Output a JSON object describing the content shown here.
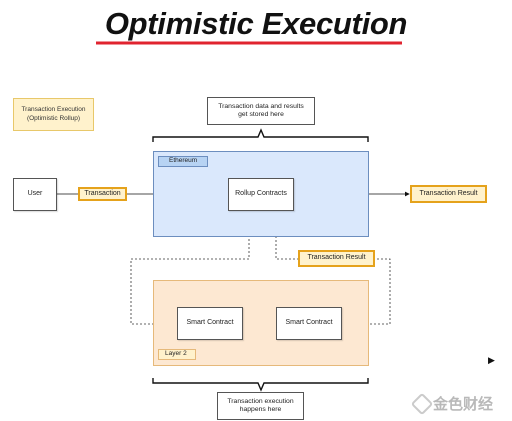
{
  "title": "Optimistic Execution",
  "colors": {
    "underline": "#e0232f",
    "orange": "#e5a21b",
    "eth": "#dae8fc",
    "l2": "#fde8d2"
  },
  "legend": "Transaction Execution (Optimistic Rollup)",
  "note_top": "Transaction data and results get stored here",
  "note_bottom": "Transaction execution happens here",
  "ethereum_tag": "Ethereum",
  "layer2_tag": "Layer 2",
  "user": "User",
  "transaction_label": "Transaction",
  "rollup_contracts": "Rollup Contracts",
  "transaction_result_out": "Transaction Result",
  "transaction_result_return": "Transaction Result",
  "smart_contract_1": "Smart Contract",
  "smart_contract_2": "Smart Contract",
  "watermark": "金色财经"
}
